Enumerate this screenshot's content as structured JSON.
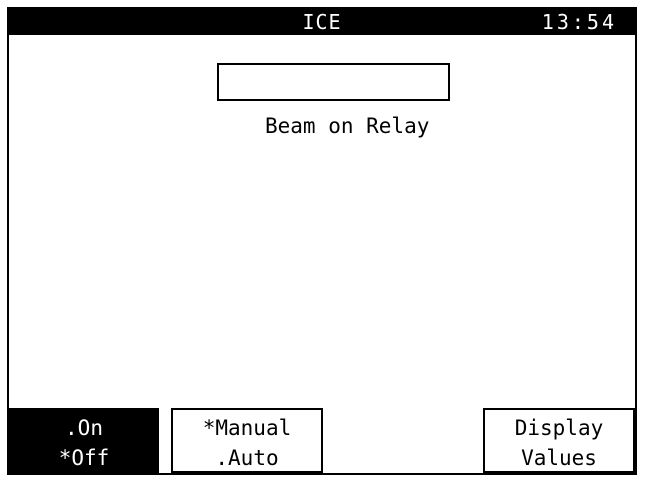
{
  "header": {
    "title": "ICE",
    "time": "13:54"
  },
  "main": {
    "indicator_label": "Beam on Relay"
  },
  "softkeys": [
    {
      "line1": ".On",
      "line2": "*Off"
    },
    {
      "line1": "*Manual",
      "line2": ".Auto"
    },
    {
      "line1": "Display",
      "line2": "Values"
    }
  ],
  "colors": {
    "foreground": "#000000",
    "background": "#ffffff"
  }
}
